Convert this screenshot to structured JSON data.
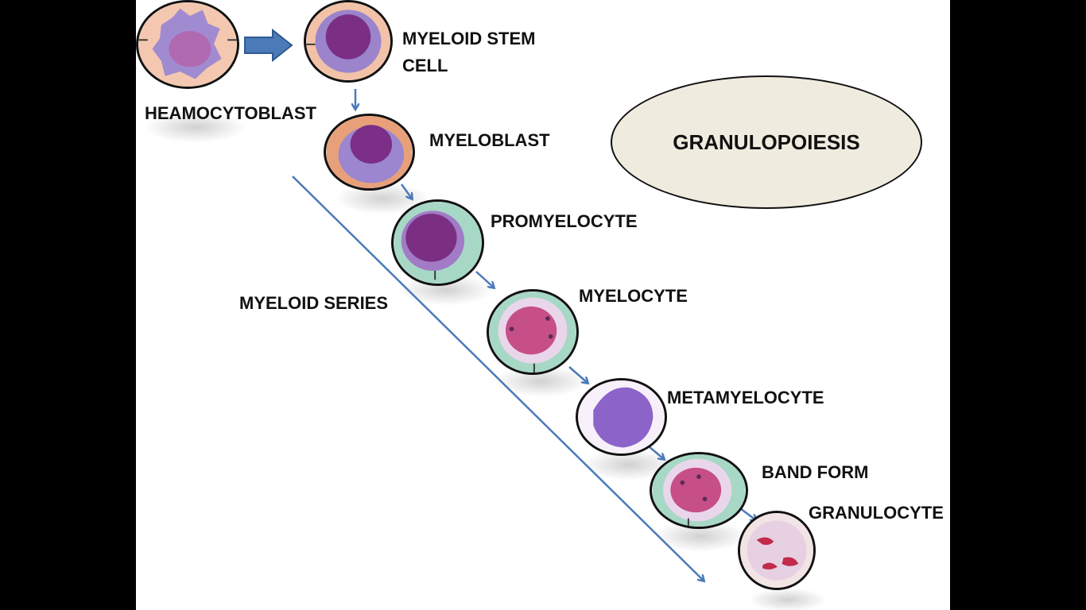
{
  "title": "GRANULOPOIESIS",
  "series_label": "MYELOID SERIES",
  "stages": [
    {
      "name": "HEAMOCYTOBLAST",
      "icon": "heamocytoblast-cell-image"
    },
    {
      "name": "MYELOID STEM CELL",
      "line1": "MYELOID STEM",
      "line2": "CELL",
      "icon": "myeloid-stem-cell-image"
    },
    {
      "name": "MYELOBLAST",
      "icon": "myeloblast-cell-image"
    },
    {
      "name": "PROMYELOCYTE",
      "icon": "promyelocyte-cell-image"
    },
    {
      "name": "MYELOCYTE",
      "icon": "myelocyte-cell-image"
    },
    {
      "name": "METAMYELOCYTE",
      "icon": "metamyelocyte-cell-image"
    },
    {
      "name": "BAND FORM",
      "icon": "band-form-cell-image"
    },
    {
      "name": "GRANULOCYTE",
      "icon": "granulocyte-cell-image"
    }
  ],
  "colors": {
    "arrow": "#4a7ab8",
    "ellipse_fill": "#efecdf",
    "background": "#000000",
    "slide": "#ffffff"
  }
}
